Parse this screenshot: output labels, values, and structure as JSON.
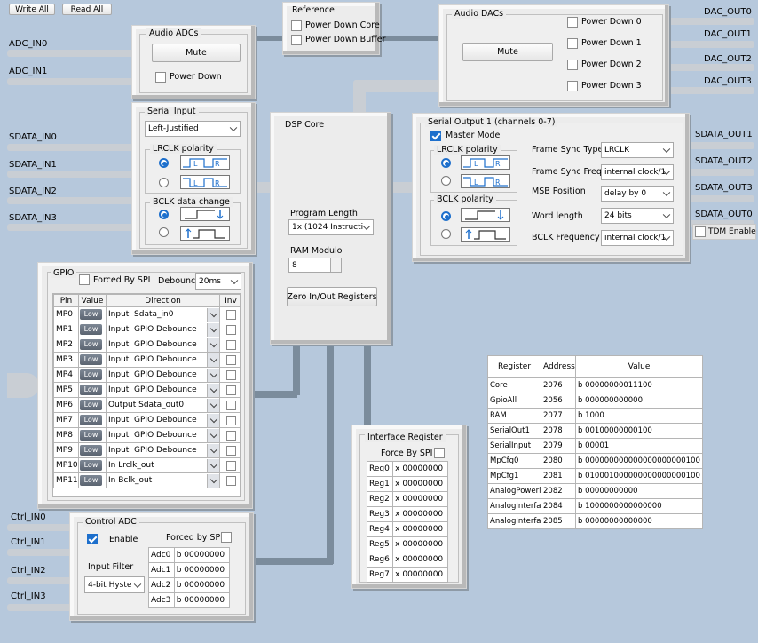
{
  "toolbar": {
    "write_all": "Write All",
    "read_all": "Read All"
  },
  "signals": {
    "adc_in0": "ADC_IN0",
    "adc_in1": "ADC_IN1",
    "sdata_in0": "SDATA_IN0",
    "sdata_in1": "SDATA_IN1",
    "sdata_in2": "SDATA_IN2",
    "sdata_in3": "SDATA_IN3",
    "dac_out0": "DAC_OUT0",
    "dac_out1": "DAC_OUT1",
    "dac_out2": "DAC_OUT2",
    "dac_out3": "DAC_OUT3",
    "sdata_out1": "SDATA_OUT1",
    "sdata_out2": "SDATA_OUT2",
    "sdata_out3": "SDATA_OUT3",
    "sdata_out0": "SDATA_OUT0",
    "ctrl_in0": "Ctrl_IN0",
    "ctrl_in1": "Ctrl_IN1",
    "ctrl_in2": "Ctrl_IN2",
    "ctrl_in3": "Ctrl_IN3"
  },
  "reference": {
    "title": "Reference",
    "power_down_core": "Power Down Core",
    "power_down_buffer": "Power Down Buffer"
  },
  "audio_adcs": {
    "title": "Audio ADCs",
    "mute": "Mute",
    "power_down": "Power Down"
  },
  "audio_dacs": {
    "title": "Audio DACs",
    "mute": "Mute",
    "power_down_0": "Power Down 0",
    "power_down_1": "Power Down 1",
    "power_down_2": "Power Down 2",
    "power_down_3": "Power Down 3"
  },
  "serial_input": {
    "title": "Serial Input",
    "format": "Left-Justified",
    "lrclk_polarity": "LRCLK polarity",
    "bclk_change": "BCLK data change"
  },
  "dsp_core": {
    "title": "DSP Core",
    "program_length_label": "Program Length",
    "program_length": "1x (1024 Instructi",
    "ram_modulo_label": "RAM Modulo",
    "ram_modulo": "8",
    "zero_button": "Zero In/Out Registers"
  },
  "serial_output": {
    "title": "Serial Output 1 (channels 0-7)",
    "master_mode": "Master Mode",
    "lrclk_polarity": "LRCLK polarity",
    "bclk_polarity": "BCLK polarity",
    "frame_sync_type_label": "Frame Sync Type",
    "frame_sync_type": "LRCLK",
    "frame_sync_freq_label": "Frame Sync Freq.",
    "frame_sync_freq": "internal clock/1",
    "msb_position_label": "MSB Position",
    "msb_position": "delay by 0",
    "word_length_label": "Word length",
    "word_length": "24 bits",
    "bclk_freq_label": "BCLK Frequency",
    "bclk_freq": "internal clock/1",
    "tdm_enable": "TDM Enable"
  },
  "gpio": {
    "title": "GPIO",
    "forced_by_spi": "Forced By SPI",
    "debounce_label": "Debounce",
    "debounce": "20ms",
    "headers": [
      "Pin",
      "Value",
      "Direction",
      "Inv"
    ],
    "rows": [
      {
        "pin": "MP0",
        "value": "Low",
        "direction": "Input  Sdata_in0"
      },
      {
        "pin": "MP1",
        "value": "Low",
        "direction": "Input  GPIO Debounce"
      },
      {
        "pin": "MP2",
        "value": "Low",
        "direction": "Input  GPIO Debounce"
      },
      {
        "pin": "MP3",
        "value": "Low",
        "direction": "Input  GPIO Debounce"
      },
      {
        "pin": "MP4",
        "value": "Low",
        "direction": "Input  GPIO Debounce"
      },
      {
        "pin": "MP5",
        "value": "Low",
        "direction": "Input  GPIO Debounce"
      },
      {
        "pin": "MP6",
        "value": "Low",
        "direction": "Output Sdata_out0"
      },
      {
        "pin": "MP7",
        "value": "Low",
        "direction": "Input  GPIO Debounce"
      },
      {
        "pin": "MP8",
        "value": "Low",
        "direction": "Input  GPIO Debounce"
      },
      {
        "pin": "MP9",
        "value": "Low",
        "direction": "Input  GPIO Debounce"
      },
      {
        "pin": "MP10",
        "value": "Low",
        "direction": "In Lrclk_out"
      },
      {
        "pin": "MP11",
        "value": "Low",
        "direction": "In Bclk_out"
      }
    ]
  },
  "control_adc": {
    "title": "Control ADC",
    "enable": "Enable",
    "forced_by_spi": "Forced by SPI",
    "input_filter_label": "Input Filter",
    "input_filter": "4-bit Hyste",
    "rows": [
      {
        "name": "Adc0",
        "value": "b 00000000"
      },
      {
        "name": "Adc1",
        "value": "b 00000000"
      },
      {
        "name": "Adc2",
        "value": "b 00000000"
      },
      {
        "name": "Adc3",
        "value": "b 00000000"
      }
    ]
  },
  "interface_register": {
    "title": "Interface Register",
    "force_by_spi": "Force By SPI",
    "rows": [
      {
        "name": "Reg0",
        "value": "x 00000000"
      },
      {
        "name": "Reg1",
        "value": "x 00000000"
      },
      {
        "name": "Reg2",
        "value": "x 00000000"
      },
      {
        "name": "Reg3",
        "value": "x 00000000"
      },
      {
        "name": "Reg4",
        "value": "x 00000000"
      },
      {
        "name": "Reg5",
        "value": "x 00000000"
      },
      {
        "name": "Reg6",
        "value": "x 00000000"
      },
      {
        "name": "Reg7",
        "value": "x 00000000"
      }
    ]
  },
  "register_table": {
    "headers": [
      "Register",
      "Address",
      "Value"
    ],
    "rows": [
      {
        "register": "Core",
        "address": "2076",
        "value": "b 00000000011100"
      },
      {
        "register": "GpioAll",
        "address": "2056",
        "value": "b 000000000000"
      },
      {
        "register": "RAM",
        "address": "2077",
        "value": "b 1000"
      },
      {
        "register": "SerialOut1",
        "address": "2078",
        "value": "b 00100000000100"
      },
      {
        "register": "SerialInput",
        "address": "2079",
        "value": "b 00001"
      },
      {
        "register": "MpCfg0",
        "address": "2080",
        "value": "b 000000000000000000000100"
      },
      {
        "register": "MpCfg1",
        "address": "2081",
        "value": "b 010001000000000000000100"
      },
      {
        "register": "AnalogPowerl",
        "address": "2082",
        "value": "b 00000000000"
      },
      {
        "register": "AnalogInterfa",
        "address": "2084",
        "value": "b 1000000000000000"
      },
      {
        "register": "AnalogInterfa",
        "address": "2085",
        "value": "b 00000000000000"
      }
    ]
  }
}
